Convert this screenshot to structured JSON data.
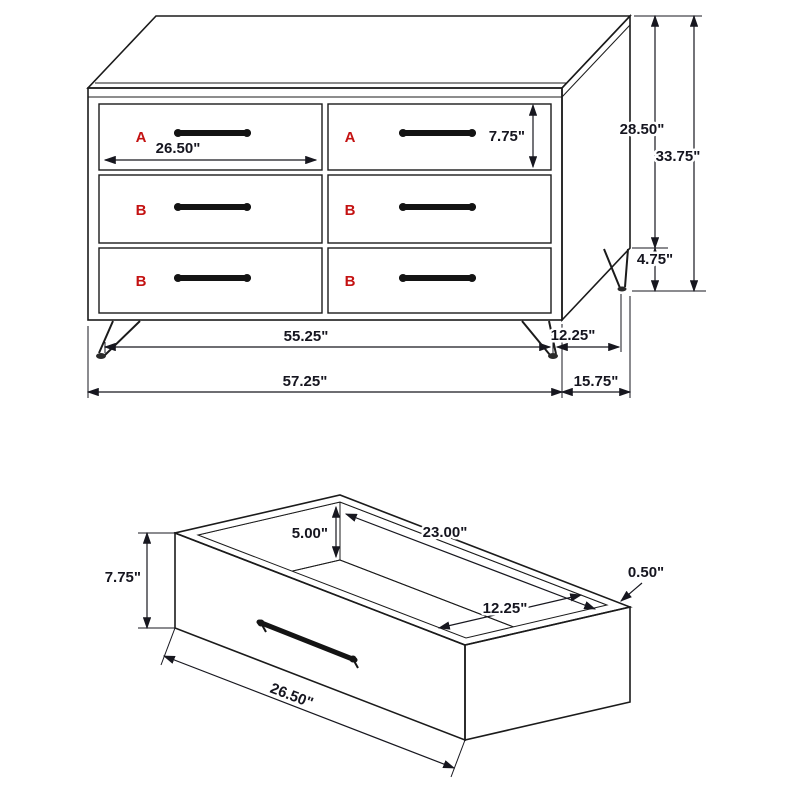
{
  "figure": {
    "kind": "furniture-dimension-diagram",
    "colors": {
      "line": "#1b1b1b",
      "label_red": "#c41212",
      "dim_text": "#15151f",
      "background": "#ffffff"
    }
  },
  "dresser_view": {
    "drawers": [
      {
        "label": "A"
      },
      {
        "label": "A"
      },
      {
        "label": "B"
      },
      {
        "label": "B"
      },
      {
        "label": "B"
      },
      {
        "label": "B"
      }
    ],
    "dimensions": {
      "drawer_width": "26.50\"",
      "drawer_height": "7.75\"",
      "case_height": "28.50\"",
      "overall_height": "33.75\"",
      "leg_height": "4.75\"",
      "base_depth": "12.25\"",
      "base_width": "55.25\"",
      "overall_width": "57.25\"",
      "overall_depth": "15.75\""
    }
  },
  "drawer_view": {
    "dimensions": {
      "front_height": "7.75\"",
      "interior_height": "5.00\"",
      "interior_width": "23.00\"",
      "interior_depth": "12.25\"",
      "side_thickness": "0.50\"",
      "front_width": "26.50\""
    }
  }
}
